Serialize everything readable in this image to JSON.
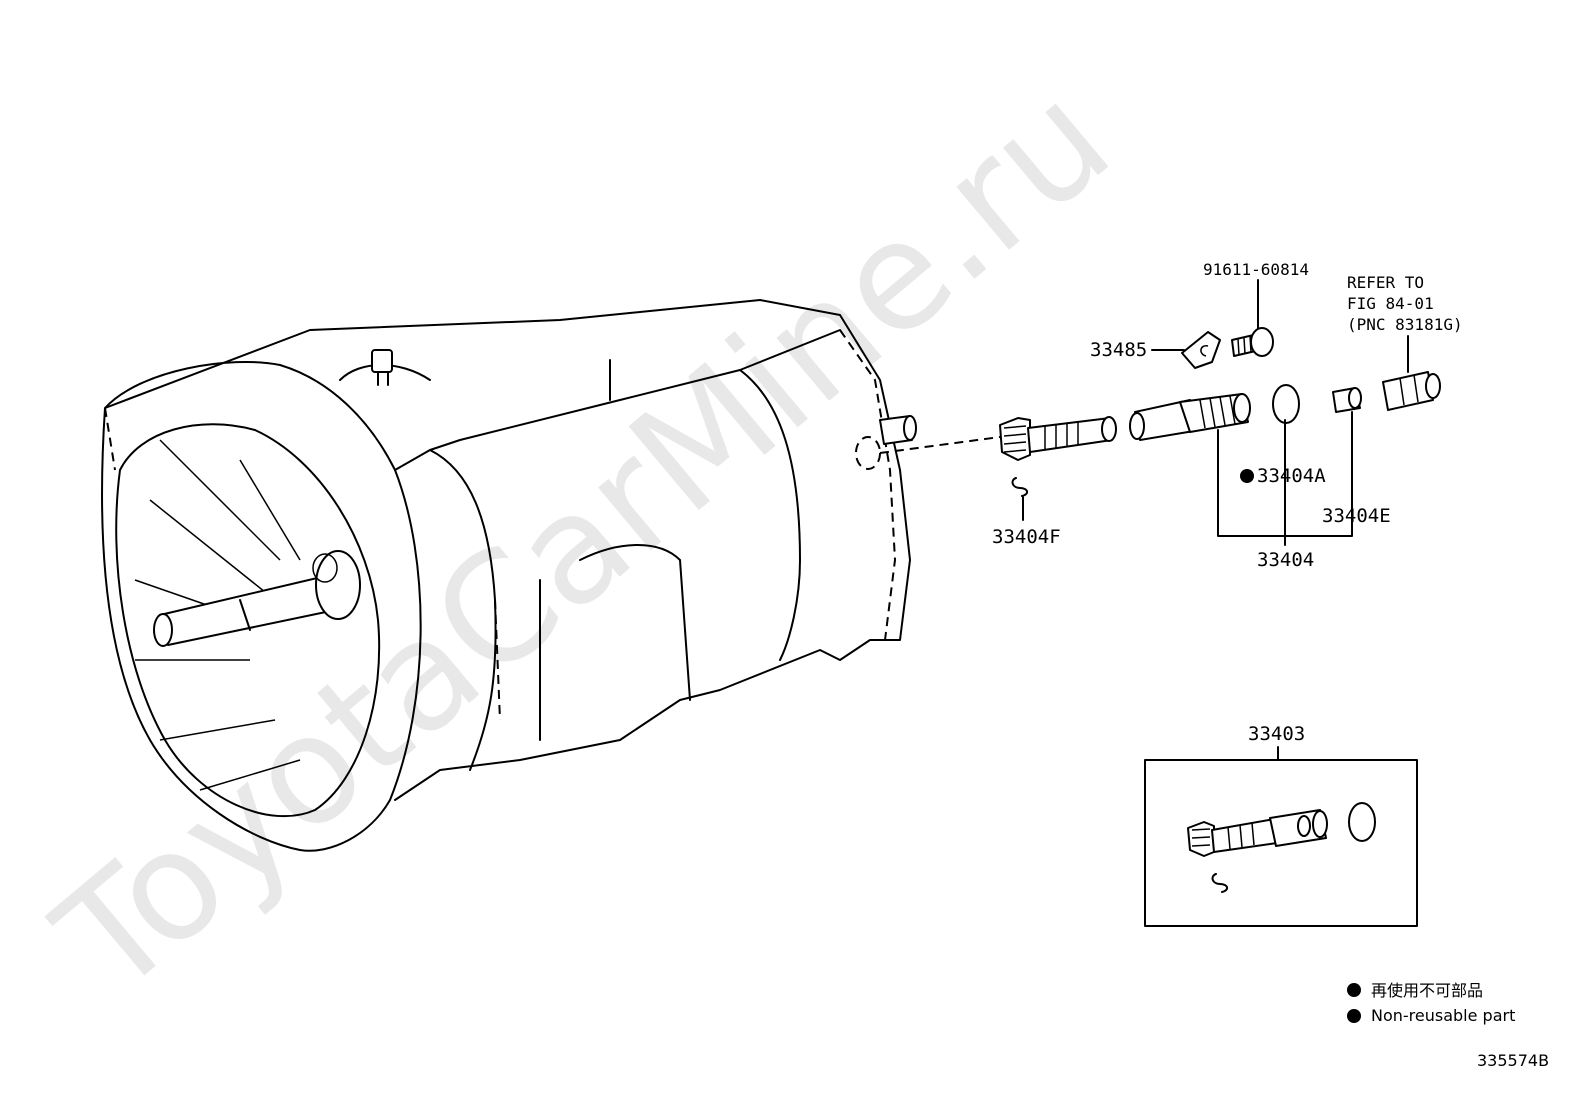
{
  "watermark": "ToyotaCarMine.ru",
  "parts": {
    "bolt": "91611-60814",
    "plate": "33485",
    "ref_line1": "REFER TO",
    "ref_line2": "FIG 84-01",
    "ref_line3": "(PNC 83181G)",
    "o_ring": "33404A",
    "sleeve_part": "33404E",
    "clip": "33404F",
    "assembly": "33404",
    "kit": "33403"
  },
  "legend": {
    "japanese": "再使用不可部品",
    "english": "Non-reusable part"
  },
  "figure_code": "335574B",
  "colors": {
    "watermark": "#e8e8e8",
    "line": "#000000"
  }
}
